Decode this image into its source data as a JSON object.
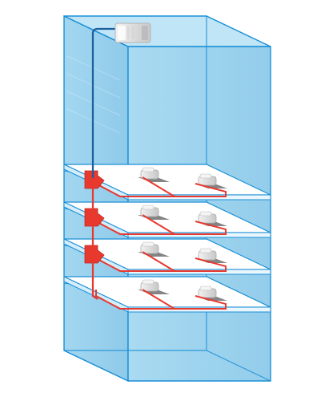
{
  "colors": {
    "glass_fill": "#9ed4ee",
    "glass_fill_dark": "#86c6e6",
    "glass_edge": "#1a8fd6",
    "floor_top": "#ffffff",
    "floor_edge": "#1a8fd6",
    "duct": "#e8392f",
    "riser": "#1a5f9e",
    "unit_body": "#e3e3e3",
    "unit_shadow": "#6e6e6e"
  },
  "diagram": {
    "floors": [
      {
        "name": "floor-1",
        "has_tee": true
      },
      {
        "name": "floor-2",
        "has_tee": true
      },
      {
        "name": "floor-3",
        "has_tee": true
      },
      {
        "name": "floor-4",
        "has_tee": false
      }
    ],
    "indoor_units_per_floor": 2,
    "icons": [
      "outdoor-unit-icon",
      "indoor-unit-icon",
      "branch-joint-icon"
    ]
  }
}
